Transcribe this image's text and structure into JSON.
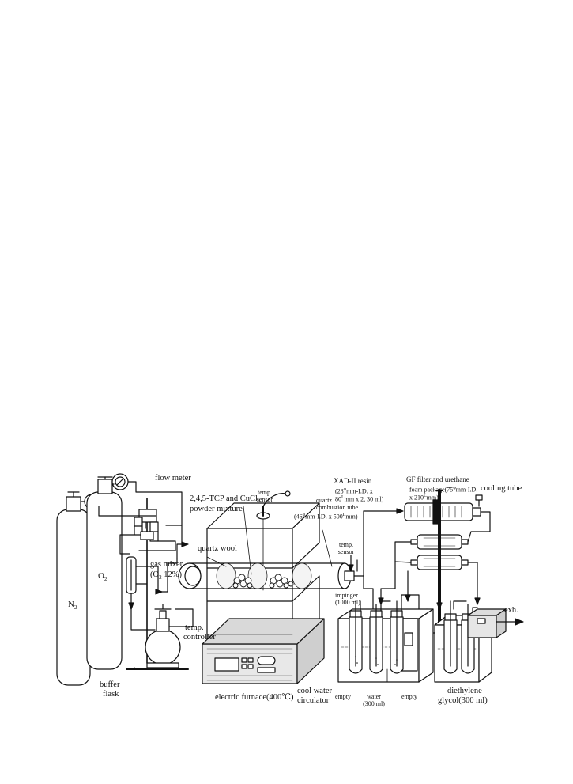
{
  "labels": {
    "flow_meter": "flow meter",
    "n2": "N",
    "n2_sub": "2",
    "o2": "O",
    "o2_sub": "2",
    "gas_mixer": "gas mixer",
    "gas_mixer_spec": "(O",
    "gas_mixer_spec_sub": "2",
    "gas_mixer_spec_end": " 12%)",
    "buffer_flask_1": "buffer",
    "buffer_flask_2": "flask",
    "tcp_1": "2,4,5-TCP and CuCl",
    "tcp_1_sub": "2",
    "tcp_2": "powder mixture",
    "temp_sensor_top_1": "temp.",
    "temp_sensor_top_2": "sensor",
    "quartz_wool": "quartz wool",
    "quartz_tube_1": "quartz",
    "quartz_tube_2": "combustion tube",
    "quartz_tube_3": "(46",
    "quartz_tube_3_sup": "φ",
    "quartz_tube_3_end": "mm-I.D. x 500",
    "quartz_tube_3_sup2": "L",
    "quartz_tube_3_tail": "mm)",
    "temp_controller_1": "temp.",
    "temp_controller_2": "controller",
    "electric_furnace": "electric furnace(400℃)",
    "xad_1": "XAD-II resin",
    "xad_2": "(28",
    "xad_2_sup": "φ",
    "xad_2_mid": "mm-I.D. x",
    "xad_3": "80",
    "xad_3_sup": "L",
    "xad_3_end": "mm x 2, 30 ml)",
    "gf_1": "GF filter and urethane",
    "gf_2": "foam package(75",
    "gf_2_sup": "φ",
    "gf_2_end": "mm-I.D.",
    "gf_3": "x 210",
    "gf_3_sup": "L",
    "gf_3_end": "mm)",
    "cooling_tube": "cooling tube",
    "temp_sensor_right_1": "temp.",
    "temp_sensor_right_2": "sensor",
    "impinger_1": "impinger",
    "impinger_2": "(1000 ml)",
    "cool_water_1": "cool water",
    "cool_water_2": "circulator",
    "empty_1": "empty",
    "water_1": "water",
    "water_2": "(300 ml)",
    "empty_2": "empty",
    "diethylene_1": "diethylene",
    "diethylene_2": "glycol(300 ml)",
    "exh": "exh."
  }
}
